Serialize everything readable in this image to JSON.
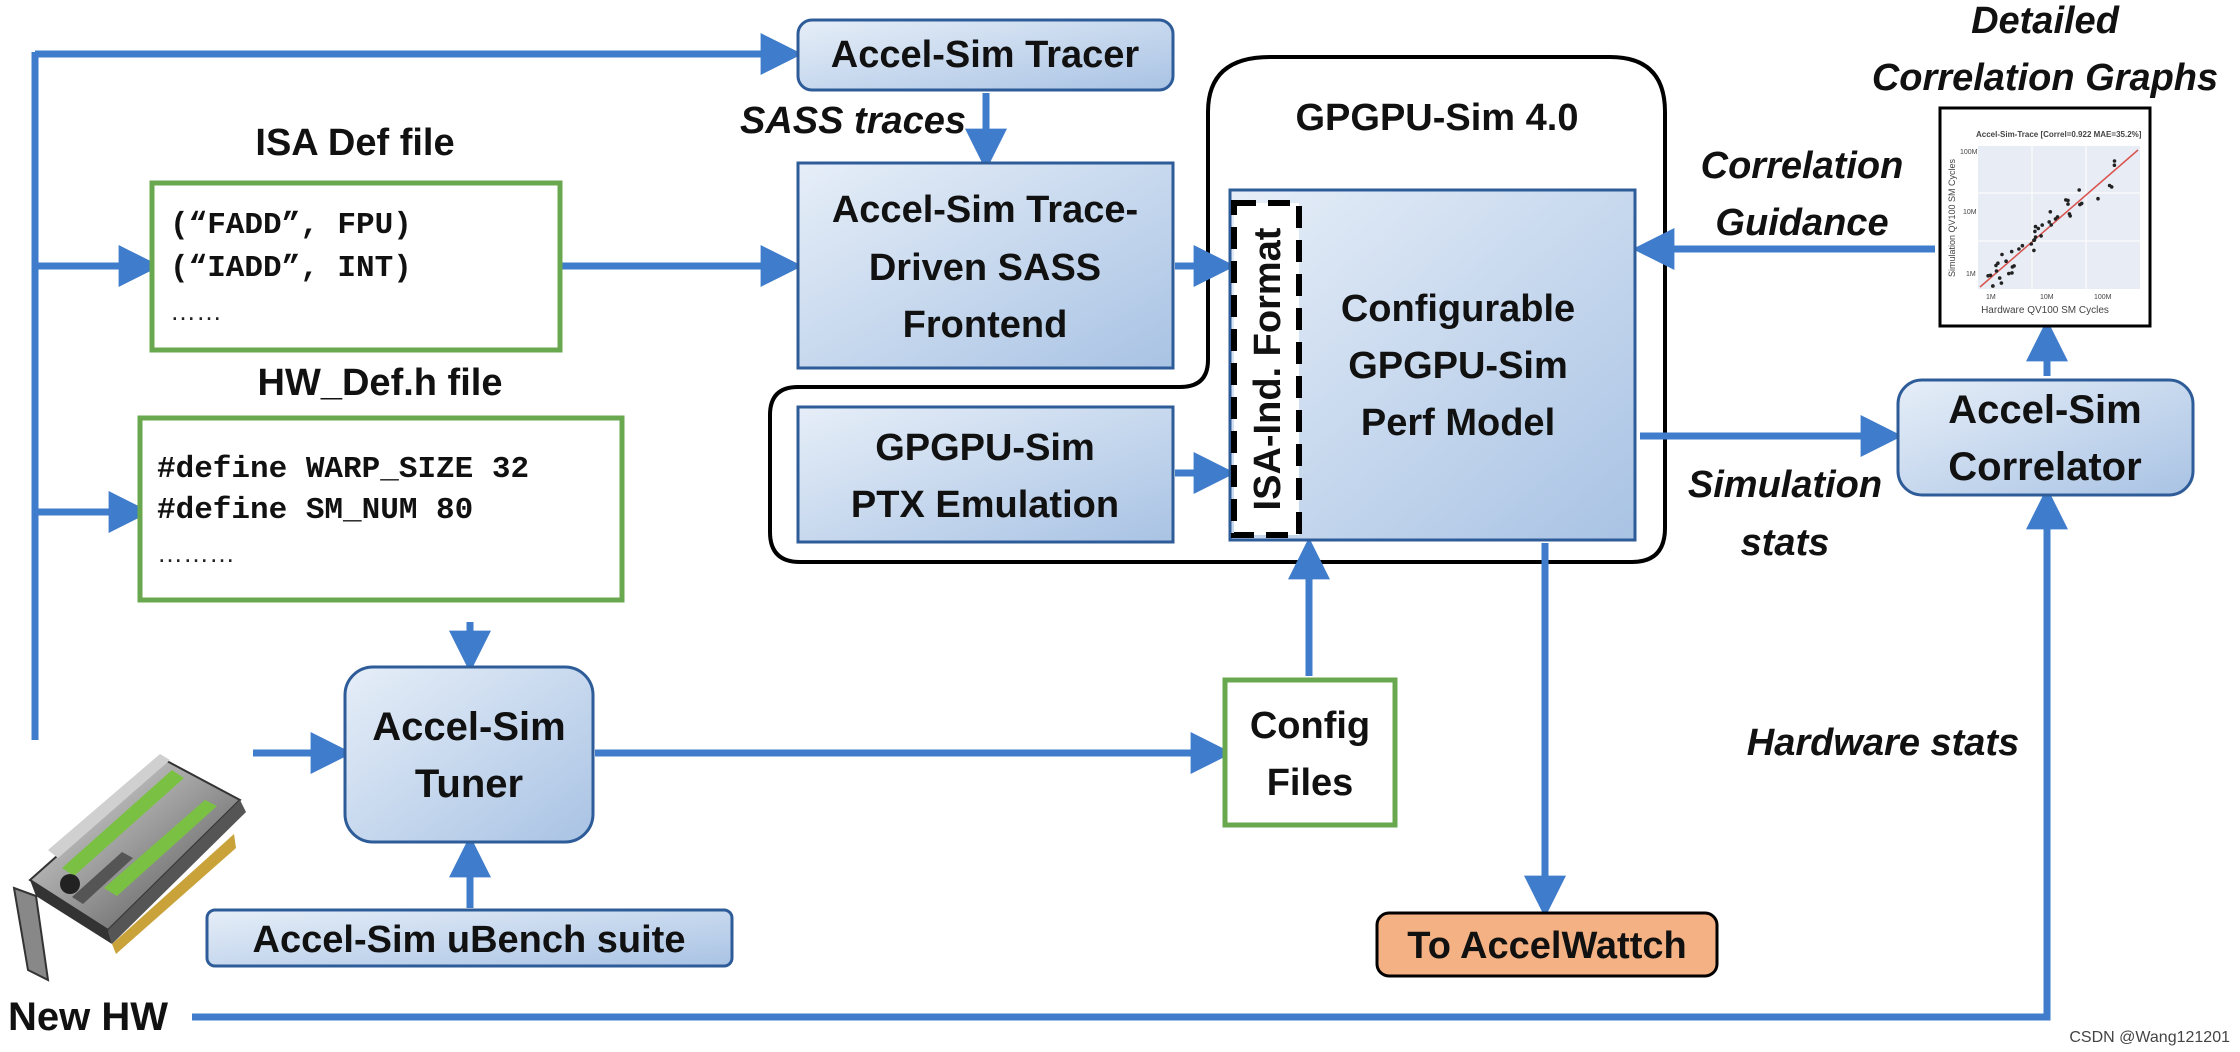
{
  "blocks": {
    "tracer": "Accel-Sim Tracer",
    "frontend": [
      "Accel-Sim Trace-",
      "Driven SASS",
      "Frontend"
    ],
    "ptx": [
      "GPGPU-Sim",
      "PTX Emulation"
    ],
    "perf_model": [
      "Configurable",
      "GPGPU-Sim",
      "Perf Model"
    ],
    "isa_format": "ISA-Ind. Format",
    "gpgpusim_title": "GPGPU-Sim 4.0",
    "correlator": [
      "Accel-Sim",
      "Correlator"
    ],
    "tuner": [
      "Accel-Sim",
      "Tuner"
    ],
    "ubench": "Accel-Sim uBench suite",
    "config": [
      "Config",
      "Files"
    ],
    "accelwattch": "To AccelWattch"
  },
  "files": {
    "isa_title": "ISA Def file",
    "isa_lines": [
      "(“FADD”, FPU)",
      "(“IADD”, INT)",
      "……"
    ],
    "hw_title": "HW_Def.h file",
    "hw_lines": [
      "#define WARP_SIZE 32",
      "#define SM_NUM 80",
      "………"
    ]
  },
  "labels": {
    "sass_traces": "SASS traces",
    "correlation_guidance": [
      "Correlation",
      "Guidance"
    ],
    "simulation_stats": [
      "Simulation",
      "stats"
    ],
    "hardware_stats": "Hardware stats",
    "detailed_graphs": [
      "Detailed",
      "Correlation Graphs"
    ],
    "new_hw": "New HW",
    "watermark": "CSDN @Wang121201"
  },
  "mini_plot": {
    "title": "Accel-Sim-Trace [Correl=0.922 MAE=35.2%]",
    "xlabel": "Hardware QV100 SM Cycles",
    "ylabel": "Simulation QV100 SM Cycles",
    "x_ticks": [
      "1M",
      "10M",
      "100M"
    ],
    "y_ticks": [
      "1M",
      "10M",
      "100M"
    ]
  },
  "colors": {
    "arrow": "#3f7ccc",
    "box_blue_light": "#dce6f3",
    "box_blue_dark": "#9fbbe0",
    "box_border": "#2e5c98",
    "file_border": "#6aa84f",
    "accelwattch_fill": "#f4b183"
  }
}
